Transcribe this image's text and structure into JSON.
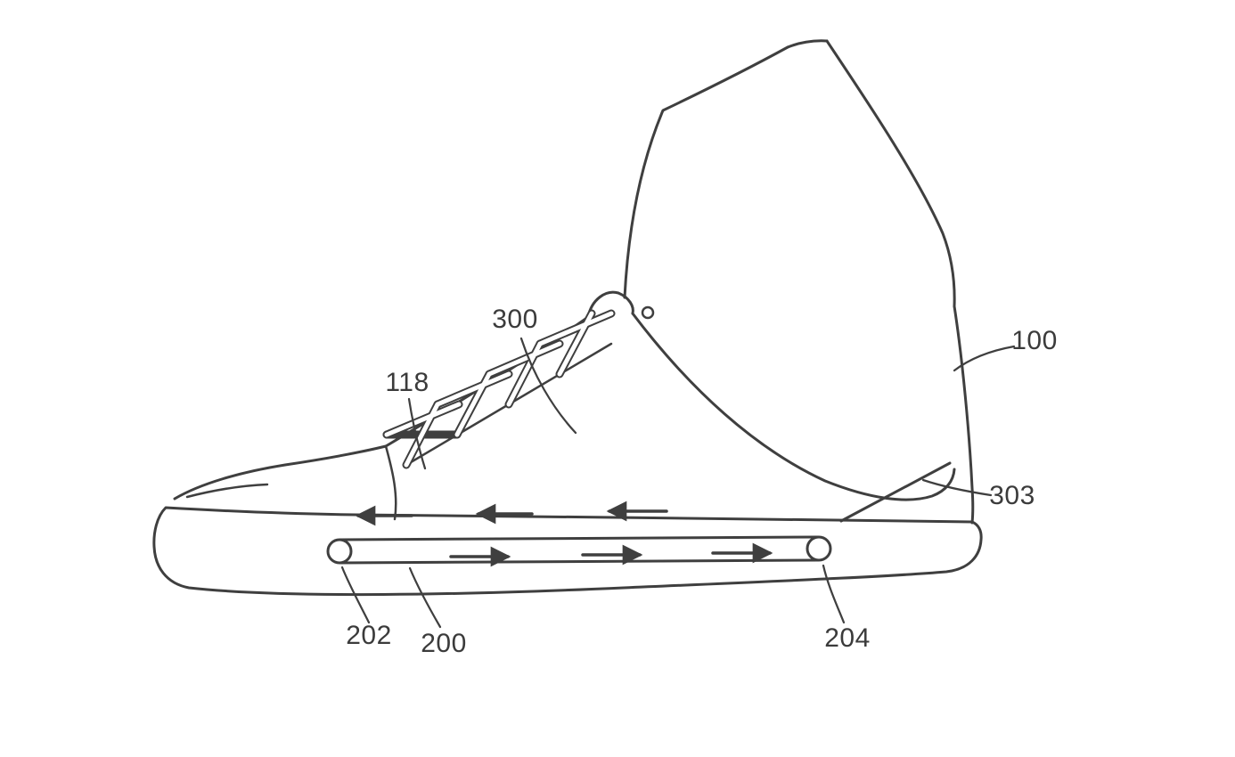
{
  "figure": {
    "kind": "patent-style line drawing",
    "subject": "high-top shoe with conveyor belt inside the sole",
    "background_color": "#ffffff",
    "line_color": "#3f3f3f"
  },
  "labels": [
    {
      "text": "300"
    },
    {
      "text": "118"
    },
    {
      "text": "100"
    },
    {
      "text": "303"
    },
    {
      "text": "202"
    },
    {
      "text": "200"
    },
    {
      "text": "204"
    }
  ],
  "arrows": {
    "upper_row_icon": "arrow-left",
    "upper_row_direction": "left",
    "belt_row_icon": "arrow-right",
    "belt_row_direction": "right"
  }
}
